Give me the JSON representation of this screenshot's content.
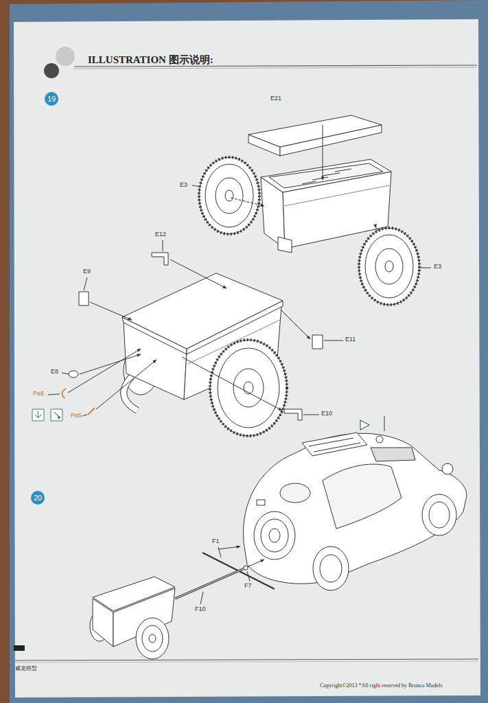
{
  "diagram": {
    "title": "ILLUSTRATION 图示说明:",
    "nodes": [
      {
        "text": [
          "19"
        ]
      },
      {
        "text": [
          "20"
        ]
      }
    ],
    "labels": [
      "E21",
      "E3",
      "E3",
      "E12",
      "E9",
      "E11",
      "E8",
      "Pa5",
      "Pa5",
      "E10",
      "F1",
      "F7",
      "F10",
      "Copyright©2013 *All right reserved by Bronco Models",
      "威龙模型"
    ]
  }
}
